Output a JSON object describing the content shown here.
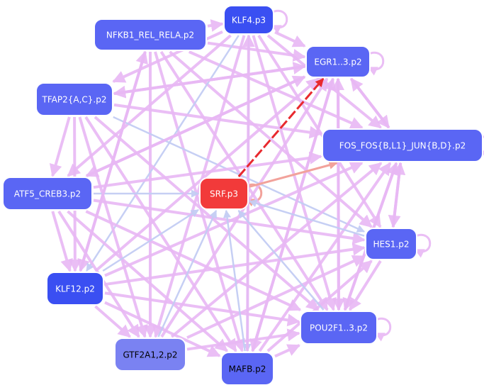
{
  "colors": {
    "edge_pink": "#e8b8f4",
    "edge_blue": "#c4cdf4",
    "edge_red": "#e8292e",
    "edge_salmon": "#f2a29b",
    "node_blue_dark": "#3a4ff2",
    "node_blue": "#5a66f4",
    "node_blue_light": "#7a82f2",
    "node_red": "#f23a3a",
    "node_border": "#ffffff"
  },
  "nodes": [
    {
      "id": "klf4",
      "label": "KLF4.p3",
      "fill": "node_blue_dark",
      "text": "#ffffff"
    },
    {
      "id": "nfkb1",
      "label": "NFKB1_REL_RELA.p2",
      "fill": "node_blue",
      "text": "#ffffff"
    },
    {
      "id": "egr1",
      "label": "EGR1..3.p2",
      "fill": "node_blue",
      "text": "#ffffff"
    },
    {
      "id": "tfap2",
      "label": "TFAP2{A,C}.p2",
      "fill": "node_blue",
      "text": "#ffffff"
    },
    {
      "id": "fos",
      "label": "FOS_FOS{B,L1}_JUN{B,D}.p2",
      "fill": "node_blue",
      "text": "#ffffff"
    },
    {
      "id": "atf5",
      "label": "ATF5_CREB3.p2",
      "fill": "node_blue",
      "text": "#ffffff"
    },
    {
      "id": "srf",
      "label": "SRF.p3",
      "fill": "node_red",
      "text": "#ffffff"
    },
    {
      "id": "hes1",
      "label": "HES1.p2",
      "fill": "node_blue",
      "text": "#ffffff"
    },
    {
      "id": "klf12",
      "label": "KLF12.p2",
      "fill": "node_blue_dark",
      "text": "#ffffff"
    },
    {
      "id": "pou2f1",
      "label": "POU2F1..3.p2",
      "fill": "node_blue",
      "text": "#ffffff"
    },
    {
      "id": "gtf2a1",
      "label": "GTF2A1,2.p2",
      "fill": "node_blue_light",
      "text": "#000000"
    },
    {
      "id": "mafb",
      "label": "MAFB.p2",
      "fill": "node_blue",
      "text": "#000000"
    }
  ],
  "edges": [
    {
      "from": "srf",
      "to": "egr1",
      "kind": "red"
    },
    {
      "from": "srf",
      "to": "fos",
      "kind": "salmon"
    },
    {
      "from": "srf",
      "to": "srf",
      "kind": "salmon"
    },
    {
      "from": "klf4",
      "to": "klf4",
      "kind": "pink"
    },
    {
      "from": "egr1",
      "to": "egr1",
      "kind": "pink"
    },
    {
      "from": "fos",
      "to": "fos",
      "kind": "pink"
    },
    {
      "from": "hes1",
      "to": "hes1",
      "kind": "pink"
    },
    {
      "from": "pou2f1",
      "to": "pou2f1",
      "kind": "pink"
    },
    {
      "from": "nfkb1",
      "to": "egr1",
      "kind": "pink"
    },
    {
      "from": "nfkb1",
      "to": "fos",
      "kind": "pink"
    },
    {
      "from": "nfkb1",
      "to": "klf4",
      "kind": "pink"
    },
    {
      "from": "nfkb1",
      "to": "pou2f1",
      "kind": "pink"
    },
    {
      "from": "nfkb1",
      "to": "gtf2a1",
      "kind": "pink"
    },
    {
      "from": "nfkb1",
      "to": "mafb",
      "kind": "pink"
    },
    {
      "from": "nfkb1",
      "to": "klf12",
      "kind": "pink"
    },
    {
      "from": "nfkb1",
      "to": "hes1",
      "kind": "pink"
    },
    {
      "from": "klf4",
      "to": "egr1",
      "kind": "pink"
    },
    {
      "from": "klf4",
      "to": "fos",
      "kind": "pink"
    },
    {
      "from": "klf4",
      "to": "tfap2",
      "kind": "pink"
    },
    {
      "from": "klf4",
      "to": "atf5",
      "kind": "pink"
    },
    {
      "from": "klf4",
      "to": "klf12",
      "kind": "blue"
    },
    {
      "from": "klf4",
      "to": "mafb",
      "kind": "blue"
    },
    {
      "from": "klf4",
      "to": "gtf2a1",
      "kind": "pink"
    },
    {
      "from": "klf4",
      "to": "pou2f1",
      "kind": "pink"
    },
    {
      "from": "klf4",
      "to": "hes1",
      "kind": "pink"
    },
    {
      "from": "egr1",
      "to": "tfap2",
      "kind": "pink"
    },
    {
      "from": "egr1",
      "to": "atf5",
      "kind": "pink"
    },
    {
      "from": "egr1",
      "to": "fos",
      "kind": "pink"
    },
    {
      "from": "egr1",
      "to": "pou2f1",
      "kind": "pink"
    },
    {
      "from": "egr1",
      "to": "mafb",
      "kind": "pink"
    },
    {
      "from": "tfap2",
      "to": "fos",
      "kind": "pink"
    },
    {
      "from": "tfap2",
      "to": "egr1",
      "kind": "pink"
    },
    {
      "from": "tfap2",
      "to": "hes1",
      "kind": "blue"
    },
    {
      "from": "tfap2",
      "to": "pou2f1",
      "kind": "pink"
    },
    {
      "from": "tfap2",
      "to": "mafb",
      "kind": "pink"
    },
    {
      "from": "tfap2",
      "to": "gtf2a1",
      "kind": "pink"
    },
    {
      "from": "tfap2",
      "to": "klf12",
      "kind": "pink"
    },
    {
      "from": "tfap2",
      "to": "atf5",
      "kind": "pink"
    },
    {
      "from": "atf5",
      "to": "fos",
      "kind": "pink"
    },
    {
      "from": "atf5",
      "to": "egr1",
      "kind": "pink"
    },
    {
      "from": "atf5",
      "to": "hes1",
      "kind": "pink"
    },
    {
      "from": "atf5",
      "to": "srf",
      "kind": "blue"
    },
    {
      "from": "atf5",
      "to": "pou2f1",
      "kind": "pink"
    },
    {
      "from": "atf5",
      "to": "mafb",
      "kind": "pink"
    },
    {
      "from": "atf5",
      "to": "gtf2a1",
      "kind": "pink"
    },
    {
      "from": "atf5",
      "to": "klf12",
      "kind": "pink"
    },
    {
      "from": "klf12",
      "to": "fos",
      "kind": "pink"
    },
    {
      "from": "klf12",
      "to": "egr1",
      "kind": "pink"
    },
    {
      "from": "klf12",
      "to": "hes1",
      "kind": "pink"
    },
    {
      "from": "klf12",
      "to": "pou2f1",
      "kind": "pink"
    },
    {
      "from": "klf12",
      "to": "mafb",
      "kind": "pink"
    },
    {
      "from": "klf12",
      "to": "gtf2a1",
      "kind": "pink"
    },
    {
      "from": "klf12",
      "to": "srf",
      "kind": "blue"
    },
    {
      "from": "klf12",
      "to": "nfkb1",
      "kind": "pink"
    },
    {
      "from": "gtf2a1",
      "to": "fos",
      "kind": "pink"
    },
    {
      "from": "gtf2a1",
      "to": "egr1",
      "kind": "pink"
    },
    {
      "from": "gtf2a1",
      "to": "hes1",
      "kind": "pink"
    },
    {
      "from": "gtf2a1",
      "to": "pou2f1",
      "kind": "pink"
    },
    {
      "from": "gtf2a1",
      "to": "srf",
      "kind": "blue"
    },
    {
      "from": "mafb",
      "to": "fos",
      "kind": "pink"
    },
    {
      "from": "mafb",
      "to": "egr1",
      "kind": "pink"
    },
    {
      "from": "mafb",
      "to": "hes1",
      "kind": "pink"
    },
    {
      "from": "mafb",
      "to": "pou2f1",
      "kind": "pink"
    },
    {
      "from": "mafb",
      "to": "klf4",
      "kind": "pink"
    },
    {
      "from": "mafb",
      "to": "srf",
      "kind": "blue"
    },
    {
      "from": "pou2f1",
      "to": "fos",
      "kind": "pink"
    },
    {
      "from": "pou2f1",
      "to": "egr1",
      "kind": "pink"
    },
    {
      "from": "pou2f1",
      "to": "srf",
      "kind": "blue"
    },
    {
      "from": "hes1",
      "to": "fos",
      "kind": "pink"
    },
    {
      "from": "hes1",
      "to": "pou2f1",
      "kind": "pink"
    },
    {
      "from": "hes1",
      "to": "srf",
      "kind": "blue"
    },
    {
      "from": "fos",
      "to": "egr1",
      "kind": "pink"
    },
    {
      "from": "fos",
      "to": "pou2f1",
      "kind": "pink"
    },
    {
      "from": "fos",
      "to": "hes1",
      "kind": "pink"
    }
  ]
}
